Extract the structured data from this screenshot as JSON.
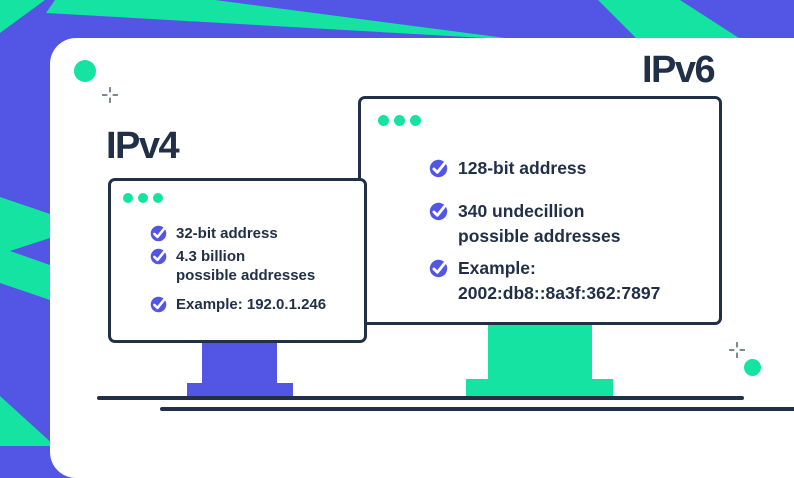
{
  "palette": {
    "purple": "#5355E4",
    "green": "#14E3A1",
    "navy": "#223047",
    "white": "#FFFFFF",
    "gray": "#7B8795"
  },
  "monitors": [
    {
      "id": "ipv4",
      "title": "IPv4",
      "items": [
        [
          "32-bit address"
        ],
        [
          "4.3 billion",
          "possible addresses"
        ],
        [
          "Example: 192.0.1.246"
        ]
      ]
    },
    {
      "id": "ipv6",
      "title": "IPv6",
      "items": [
        [
          "128-bit address"
        ],
        [
          "340 undecillion",
          "possible addresses"
        ],
        [
          "Example:",
          "2002:db8::8a3f:362:7897"
        ]
      ]
    }
  ],
  "icons": {
    "bullet": "check-circle-icon",
    "window_dots": "window-dots",
    "crosshair": "crosshair-icon",
    "accent_dot": "accent-dot"
  }
}
